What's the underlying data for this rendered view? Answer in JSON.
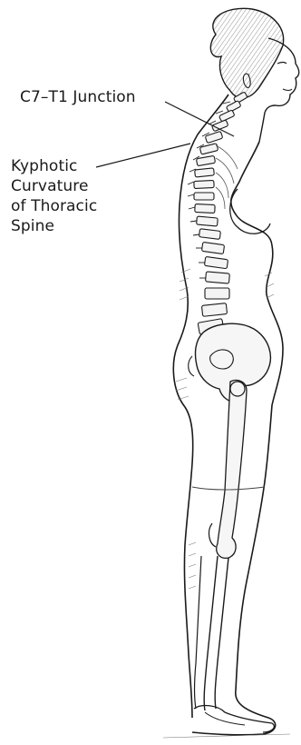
{
  "labels": {
    "c7_t1": "C7–T1 Junction",
    "kyphotic": [
      "Kyphotic",
      "Curvature",
      "of Thoracic",
      "Spine"
    ]
  },
  "colors": {
    "ink": "#1a1a1a",
    "shade": "#6e6e6e",
    "paper": "#ffffff"
  }
}
